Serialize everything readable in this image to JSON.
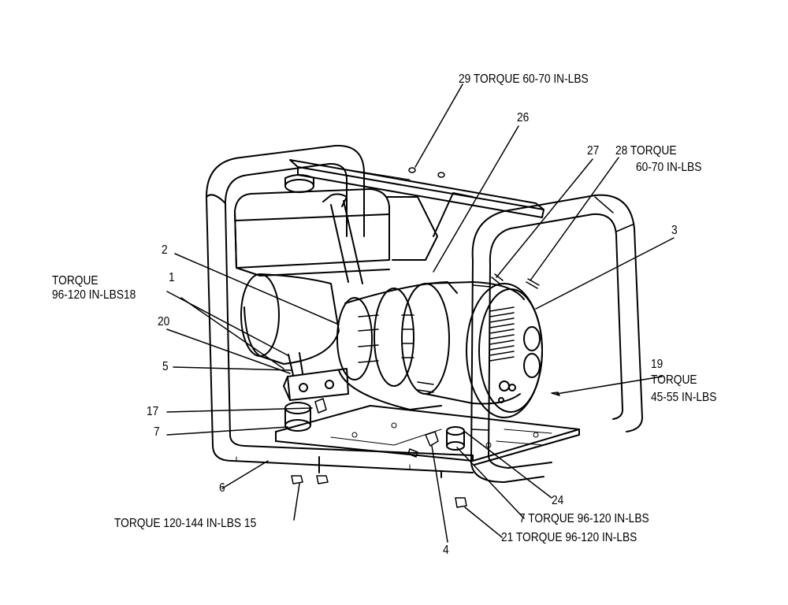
{
  "diagram": {
    "callouts": [
      {
        "id": "c29",
        "text": "29 TORQUE 60-70 IN-LBS"
      },
      {
        "id": "c26",
        "text": "26"
      },
      {
        "id": "c27",
        "text": "27"
      },
      {
        "id": "c28",
        "text": "28 TORQUE"
      },
      {
        "id": "c28b",
        "text": "60-70 IN-LBS"
      },
      {
        "id": "c3",
        "text": "3"
      },
      {
        "id": "c2",
        "text": "2"
      },
      {
        "id": "ctq18",
        "text": "TORQUE"
      },
      {
        "id": "c18",
        "text": "96-120 IN-LBS18"
      },
      {
        "id": "c1",
        "text": "1"
      },
      {
        "id": "c20",
        "text": "20"
      },
      {
        "id": "c5",
        "text": "5"
      },
      {
        "id": "c19",
        "text": "19"
      },
      {
        "id": "c19a",
        "text": "TORQUE"
      },
      {
        "id": "c19b",
        "text": "45-55 IN-LBS"
      },
      {
        "id": "c17",
        "text": "17"
      },
      {
        "id": "c7a",
        "text": "7"
      },
      {
        "id": "c6",
        "text": "6"
      },
      {
        "id": "c24",
        "text": "24"
      },
      {
        "id": "c7b",
        "text": "7 TORQUE 96-120 IN-LBS"
      },
      {
        "id": "c15",
        "text": "TORQUE 120-144 IN-LBS 15"
      },
      {
        "id": "c21",
        "text": "21 TORQUE 96-120 IN-LBS"
      },
      {
        "id": "c4",
        "text": "4"
      }
    ]
  }
}
